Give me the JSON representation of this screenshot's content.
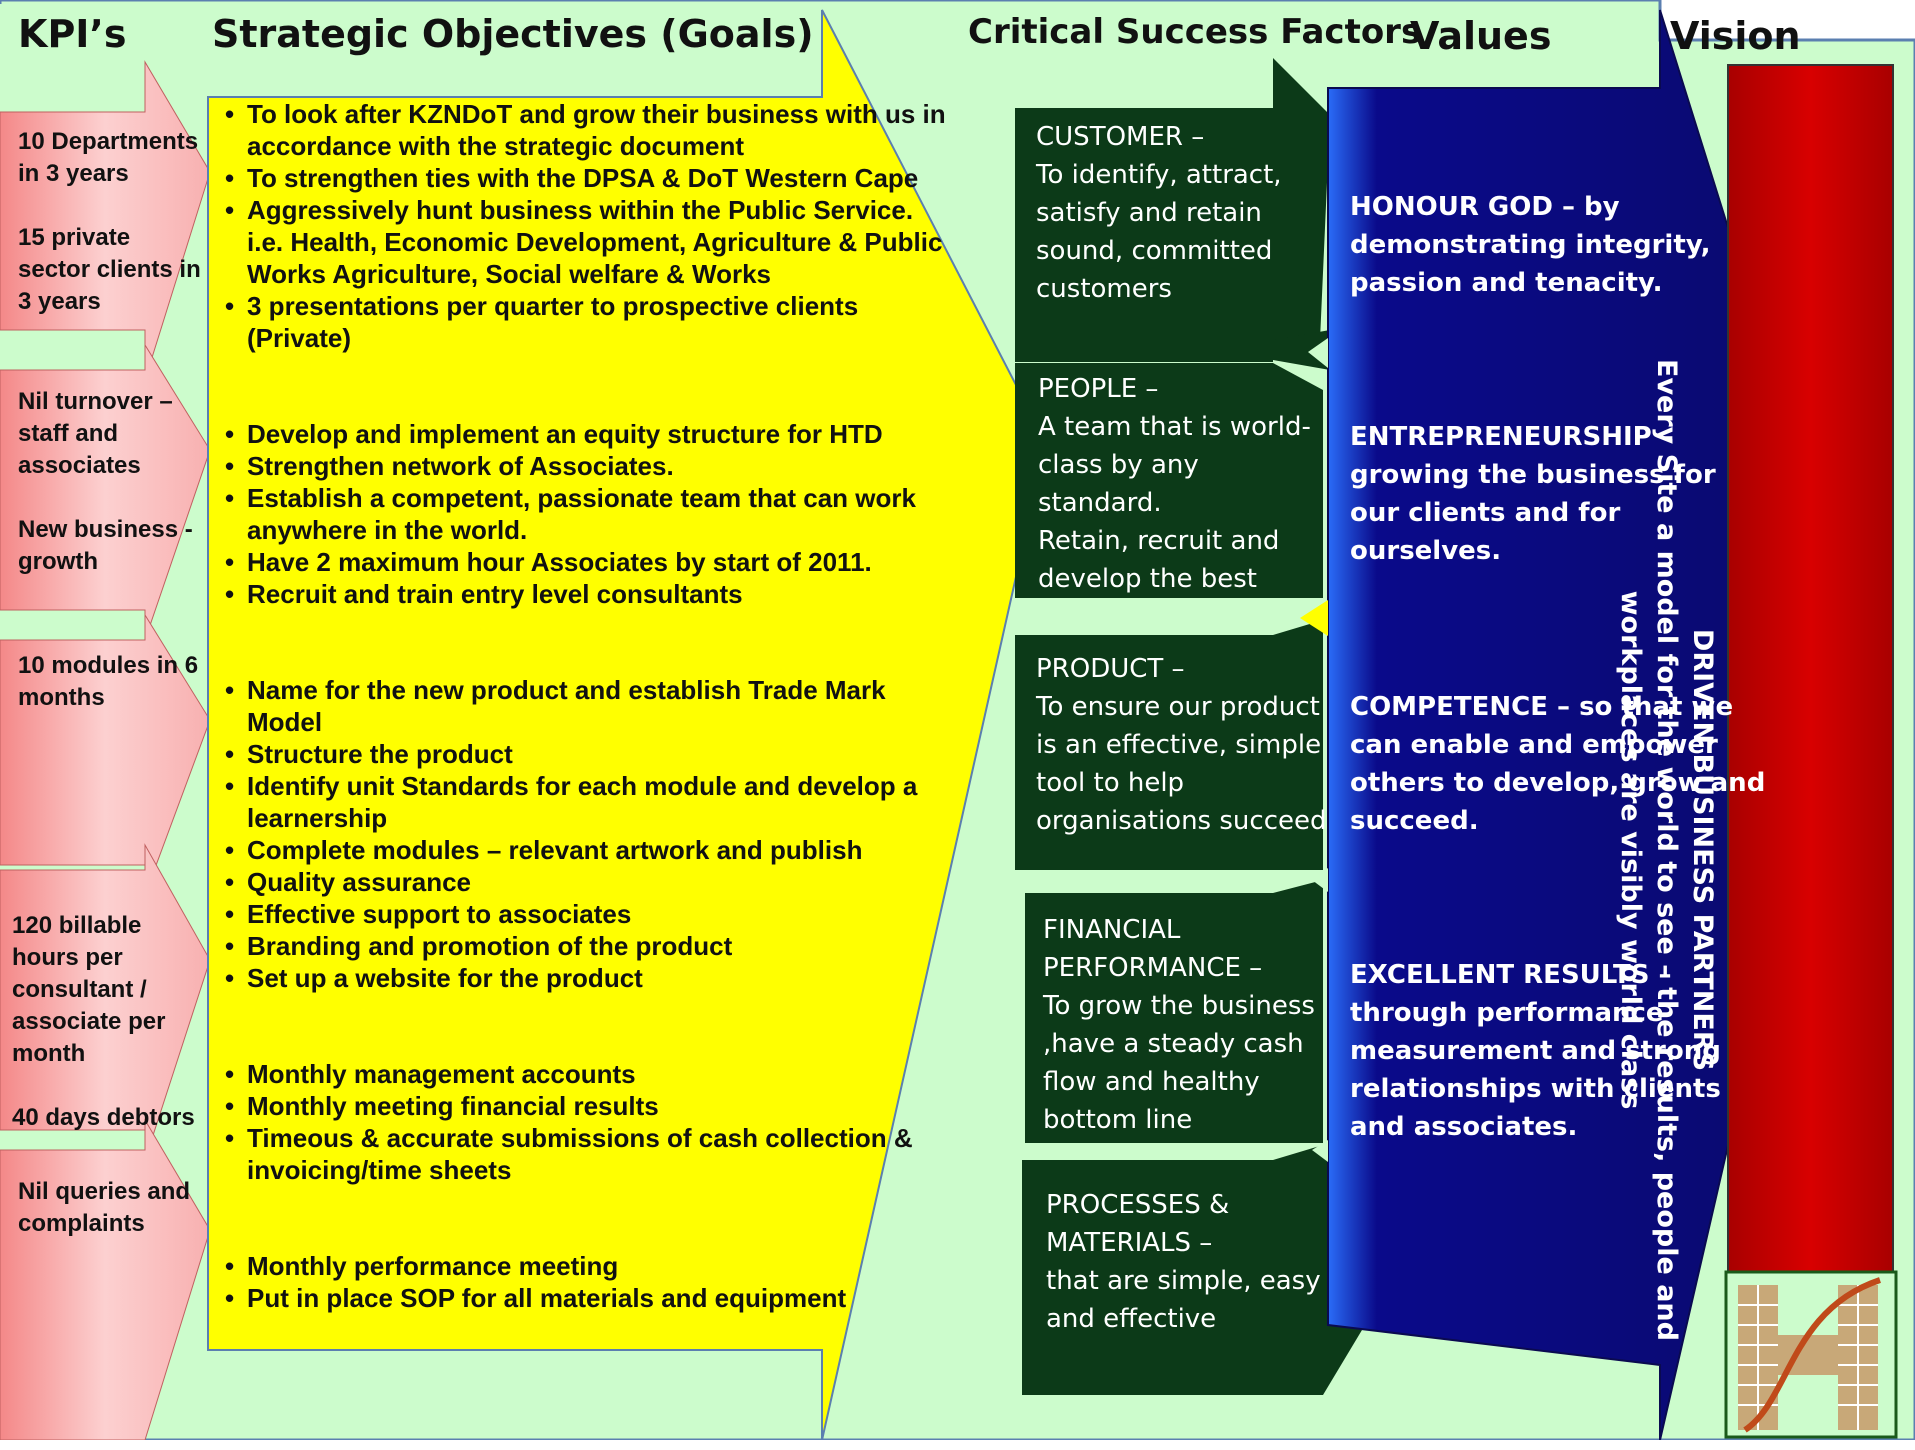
{
  "headers": {
    "kpis": "KPI’s",
    "goals": "Strategic Objectives (Goals)",
    "csf": "Critical Success Factors",
    "values": "Values",
    "vision": "Vision"
  },
  "kpis": [
    {
      "lines": [
        "10 Departments",
        "in 3 years",
        "",
        "15 private",
        "sector clients in",
        "3 years"
      ]
    },
    {
      "lines": [
        "Nil turnover –",
        "staff and",
        "associates",
        "",
        "New business -",
        "growth"
      ]
    },
    {
      "lines": [
        "10 modules in 6",
        "months"
      ]
    },
    {
      "lines": [
        "120 billable",
        "hours per",
        "consultant /",
        "associate per",
        "month",
        "",
        "40 days debtors"
      ]
    },
    {
      "lines": [
        "Nil queries and",
        "complaints"
      ]
    }
  ],
  "goals": [
    {
      "items": [
        "To look after KZNDoT and grow their business with us in accordance with the strategic document",
        "To strengthen ties with the DPSA & DoT Western Cape",
        "Aggressively hunt business within the Public Service. i.e.  Health, Economic Development, Agriculture & Public Works Agriculture, Social welfare & Works",
        "3 presentations per quarter to prospective clients (Private)"
      ]
    },
    {
      "items": [
        "Develop and implement an equity structure for HTD",
        "Strengthen network of Associates.",
        "Establish a competent, passionate team that can work anywhere in the world.",
        "Have 2 maximum hour Associates by start of 2011.",
        "Recruit and train entry level consultants"
      ]
    },
    {
      "items": [
        "Name for the new product and establish Trade Mark Model",
        "Structure the product",
        "Identify unit Standards for each module and develop a learnership",
        "Complete modules – relevant artwork and publish",
        "Quality assurance",
        "Effective support to associates",
        "Branding and promotion of the product",
        "Set up a website for the  product"
      ]
    },
    {
      "items": [
        "Monthly management accounts",
        "Monthly meeting financial results",
        "Timeous & accurate submissions of cash collection & invoicing/time sheets"
      ]
    },
    {
      "items": [
        "Monthly performance meeting",
        "Put in place SOP for all materials and equipment"
      ]
    }
  ],
  "csf": [
    {
      "lines": [
        "CUSTOMER –",
        "To identify, attract,",
        "satisfy and retain",
        "sound, committed",
        "customers"
      ]
    },
    {
      "lines": [
        "PEOPLE –",
        "A team that is world-",
        "class by any",
        "standard.",
        "Retain, recruit and",
        "develop the best"
      ]
    },
    {
      "lines": [
        "PRODUCT –",
        "To ensure our product",
        "is an effective, simple",
        "tool to help",
        "organisations succeed"
      ]
    },
    {
      "lines": [
        "FINANCIAL",
        "PERFORMANCE –",
        "To  grow the business",
        ",have a steady cash",
        "flow and healthy",
        "bottom line"
      ]
    },
    {
      "lines": [
        "PROCESSES  &",
        "MATERIALS –",
        "that are simple, easy",
        "and effective"
      ]
    }
  ],
  "values": [
    {
      "lines": [
        "HONOUR GOD – by",
        "demonstrating integrity,",
        "passion and tenacity."
      ]
    },
    {
      "lines": [
        "ENTREPRENEURSHIP –",
        "growing the business for",
        "our clients and for",
        "ourselves."
      ]
    },
    {
      "lines": [
        "COMPETENCE – so that we",
        "can enable and empower",
        "others to develop, grow and",
        "succeed."
      ]
    },
    {
      "lines": [
        "EXCELLENT RESULTS –",
        "through performance",
        "measurement and strong",
        "relationships with clients",
        "and associates."
      ]
    }
  ],
  "vision": {
    "lines": [
      "DRIVEN BUSINESS PARTNERS",
      "Every Site a model for the world to see – the results, people and",
      "workplaces are visibly world class"
    ]
  },
  "colors": {
    "background": "#ccfccc",
    "kpi_arrow": "#f4a0a0",
    "goals_arrow": "#ffff00",
    "csf_arrow": "#0c3a18",
    "values_arrow": "#0a0a82",
    "values_highlight": "#1a4ef0",
    "vision_bar": "#c00000",
    "logo_tan": "#c8a878",
    "logo_swoosh": "#c04a1a"
  },
  "icons": [
    "logo-emblem"
  ]
}
